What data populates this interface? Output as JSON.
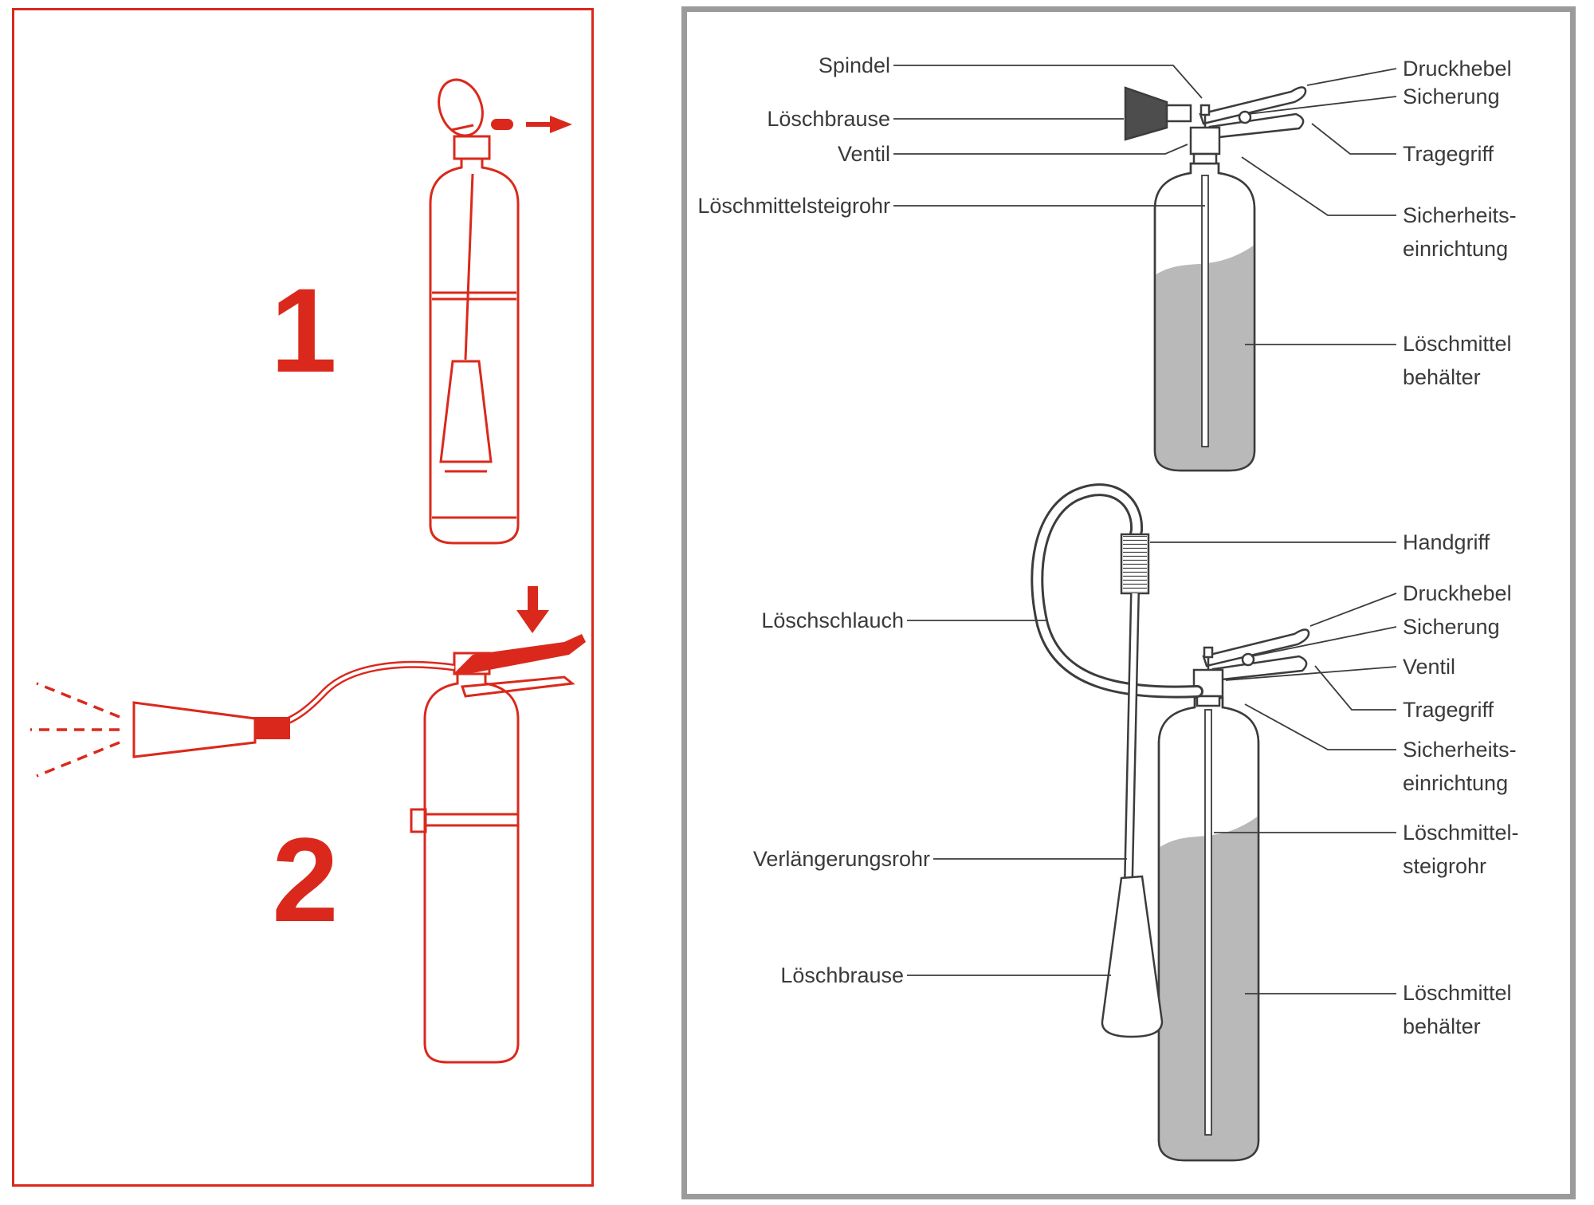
{
  "colors": {
    "red": "#da291c",
    "diagram_line": "#3c3c3c",
    "agent_fill": "#b9b9b9",
    "panel_border_gray": "#9b9b9b"
  },
  "left_panel": {
    "step1": "1",
    "step2": "2"
  },
  "right_panel": {
    "top_diagram": {
      "spindel": "Spindel",
      "loeschbrause": "Löschbrause",
      "ventil": "Ventil",
      "loeschmittelsteigrohr": "Löschmittelsteigrohr",
      "druckhebel": "Druckhebel",
      "sicherung": "Sicherung",
      "tragegriff": "Tragegriff",
      "sicherheitseinrichtung": "Sicherheits-\neinrichtung",
      "loeschmittelbehaelter": "Löschmittel\nbehälter"
    },
    "bottom_diagram": {
      "loeschschlauch": "Löschschlauch",
      "verlaengerungsrohr": "Verlängerungsrohr",
      "loeschbrause": "Löschbrause",
      "handgriff": "Handgriff",
      "druckhebel": "Druckhebel",
      "sicherung": "Sicherung",
      "ventil": "Ventil",
      "tragegriff": "Tragegriff",
      "sicherheitseinrichtung": "Sicherheits-\neinrichtung",
      "loeschmittelsteigrohr": "Löschmittel-\nsteigrohr",
      "loeschmittelbehaelter": "Löschmittel\nbehälter"
    }
  }
}
